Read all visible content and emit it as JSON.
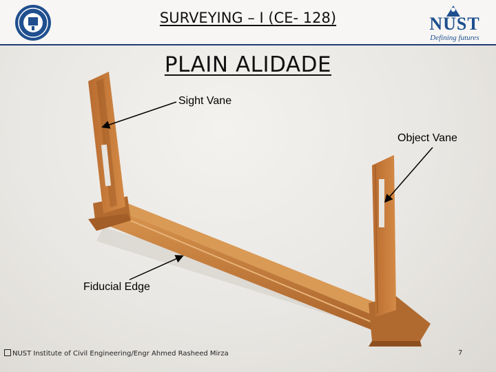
{
  "header": {
    "course_title": "SURVEYING – I (CE- 128)",
    "left_logo": "university-seal-logo",
    "right_logo": {
      "wordmark": "NUST",
      "tagline": "Defining futures"
    }
  },
  "slide": {
    "title": "PLAIN ALIDADE",
    "labels": {
      "sight_vane": "Sight Vane",
      "object_vane": "Object Vane",
      "fiducial_edge": "Fiducial Edge"
    }
  },
  "footer": {
    "credit": "NUST Institute of Civil Engineering/Engr Ahmed Rasheed Mirza",
    "page_number": "7"
  },
  "colors": {
    "header_rule": "#1f3b73",
    "wood": "#c27a3a",
    "logo_blue": "#1f4f8f"
  }
}
